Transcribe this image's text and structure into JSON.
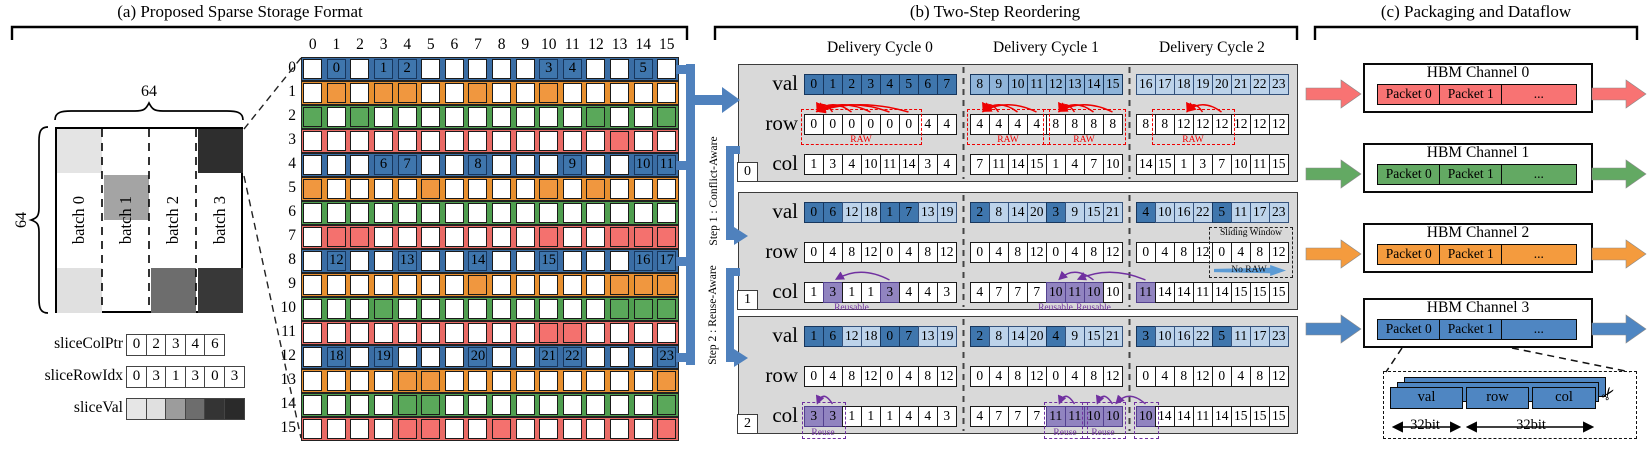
{
  "titles": {
    "a": "(a) Proposed Sparse Storage Format",
    "b": "(b) Two-Step Reordering",
    "c": "(c) Packaging and Dataflow"
  },
  "batch": {
    "dim_top": "64",
    "dim_left": "64",
    "labels": [
      "batch 0",
      "batch 1",
      "batch 2",
      "batch 3"
    ],
    "blocks": [
      {
        "col": 0,
        "quarter": 0,
        "color": "#e4e4e4"
      },
      {
        "col": 0,
        "quarter": 3,
        "color": "#e0e0e0"
      },
      {
        "col": 1,
        "quarter": 1,
        "color": "#a4a4a4"
      },
      {
        "col": 2,
        "quarter": 3,
        "color": "#6d6d6d"
      },
      {
        "col": 3,
        "quarter": 0,
        "color": "#2e2e2e"
      },
      {
        "col": 3,
        "quarter": 3,
        "color": "#383838"
      }
    ]
  },
  "side_arrays": [
    {
      "label": "sliceColPtr",
      "values": [
        "0",
        "2",
        "3",
        "4",
        "6"
      ]
    },
    {
      "label": "sliceRowIdx",
      "values": [
        "0",
        "3",
        "1",
        "3",
        "0",
        "3"
      ]
    },
    {
      "label": "sliceVal",
      "values": [
        "",
        "",
        "",
        "",
        "",
        ""
      ],
      "colors": [
        "#e6e6e6",
        "#e0e0e0",
        "#9c9c9c",
        "#6d6d6d",
        "#343434",
        "#2a2a2a"
      ]
    }
  ],
  "matrix": {
    "col_headers": [
      "0",
      "1",
      "2",
      "3",
      "4",
      "5",
      "6",
      "7",
      "8",
      "9",
      "10",
      "11",
      "12",
      "13",
      "14",
      "15"
    ],
    "row_headers": [
      "0",
      "1",
      "2",
      "3",
      "4",
      "5",
      "6",
      "7",
      "8",
      "9",
      "10",
      "11",
      "12",
      "13",
      "14",
      "15"
    ],
    "rows": [
      {
        "color": "blue",
        "numbered": {
          "1": "0",
          "3": "1",
          "4": "2",
          "10": "3",
          "11": "4",
          "14": "5"
        },
        "filled": []
      },
      {
        "color": "orange",
        "numbered": {},
        "filled": [
          1,
          3,
          4,
          7,
          10
        ]
      },
      {
        "color": "green",
        "numbered": {},
        "filled": [
          0,
          2,
          12,
          15
        ]
      },
      {
        "color": "red",
        "numbered": {},
        "filled": [
          13
        ]
      },
      {
        "color": "blue",
        "numbered": {
          "3": "6",
          "4": "7",
          "7": "8",
          "11": "9",
          "14": "10",
          "15": "11"
        },
        "filled": []
      },
      {
        "color": "orange",
        "numbered": {},
        "filled": [
          0,
          5,
          10,
          12
        ]
      },
      {
        "color": "green",
        "numbered": {},
        "filled": []
      },
      {
        "color": "red",
        "numbered": {},
        "filled": [
          1,
          2,
          10,
          13,
          14,
          15
        ]
      },
      {
        "color": "blue",
        "numbered": {
          "1": "12",
          "4": "13",
          "7": "14",
          "10": "15",
          "14": "16",
          "15": "17"
        },
        "filled": []
      },
      {
        "color": "orange",
        "numbered": {},
        "filled": [
          7,
          13,
          14,
          15
        ]
      },
      {
        "color": "green",
        "numbered": {},
        "filled": [
          3,
          13,
          14,
          15
        ]
      },
      {
        "color": "red",
        "numbered": {},
        "filled": [
          10,
          11
        ]
      },
      {
        "color": "blue",
        "numbered": {
          "1": "18",
          "3": "19",
          "7": "20",
          "10": "21",
          "11": "22",
          "15": "23"
        },
        "filled": []
      },
      {
        "color": "orange",
        "numbered": {},
        "filled": [
          4,
          5,
          15
        ]
      },
      {
        "color": "green",
        "numbered": {},
        "filled": [
          4,
          5,
          15
        ]
      },
      {
        "color": "red",
        "numbered": {},
        "filled": [
          4,
          5,
          8,
          15
        ]
      }
    ]
  },
  "reorder": {
    "cycle_headers": [
      "Delivery Cycle 0",
      "Delivery Cycle 1",
      "Delivery Cycle 2"
    ],
    "row_labels": [
      "val",
      "row",
      "col"
    ],
    "step1": "Step 1 : Conflict-Aware",
    "step2": "Step 2 : Reuse-Aware",
    "raw_label": "RAW",
    "sliding_label": "Sliding Window",
    "noraw_label": "No RAW",
    "blocks": [
      {
        "id": "0",
        "cycles": [
          {
            "val": [
              "0",
              "1",
              "2",
              "3",
              "4",
              "5",
              "6",
              "7"
            ],
            "shade": "dddddddd",
            "row": [
              "0",
              "0",
              "0",
              "0",
              "0",
              "0",
              "4",
              "4"
            ],
            "col": [
              "1",
              "3",
              "4",
              "10",
              "11",
              "14",
              "3",
              "4"
            ],
            "raw_boxes": [
              {
                "s": 0,
                "n": 6
              }
            ],
            "raw_arcs": [
              [
                1,
                0
              ],
              [
                2,
                0
              ],
              [
                3,
                0
              ],
              [
                4,
                0
              ],
              [
                5,
                0
              ]
            ]
          },
          {
            "val": [
              "8",
              "9",
              "10",
              "11",
              "12",
              "13",
              "14",
              "15"
            ],
            "shade": "mmmmmmmm",
            "row": [
              "4",
              "4",
              "4",
              "4",
              "8",
              "8",
              "8",
              "8"
            ],
            "col": [
              "7",
              "11",
              "14",
              "15",
              "1",
              "4",
              "7",
              "10"
            ],
            "raw_boxes": [
              {
                "s": 0,
                "n": 4
              },
              {
                "s": 4,
                "n": 4
              }
            ],
            "raw_arcs": [
              [
                1,
                0
              ],
              [
                2,
                0
              ],
              [
                3,
                0
              ],
              [
                5,
                4
              ],
              [
                6,
                4
              ],
              [
                7,
                4
              ]
            ]
          },
          {
            "val": [
              "16",
              "17",
              "18",
              "19",
              "20",
              "21",
              "22",
              "23"
            ],
            "shade": "llllllll",
            "row": [
              "8",
              "8",
              "12",
              "12",
              "12",
              "12",
              "12",
              "12"
            ],
            "col": [
              "14",
              "15",
              "1",
              "3",
              "7",
              "10",
              "11",
              "15"
            ],
            "raw_boxes": [
              {
                "s": 1,
                "n": 4
              }
            ],
            "raw_arcs": [
              [
                3,
                2
              ],
              [
                4,
                2
              ]
            ]
          }
        ]
      },
      {
        "id": "1",
        "cycles": [
          {
            "val": [
              "0",
              "6",
              "12",
              "18",
              "1",
              "7",
              "13",
              "19"
            ],
            "shade": "ddllddll",
            "row": [
              "0",
              "4",
              "8",
              "12",
              "0",
              "4",
              "8",
              "12"
            ],
            "col": [
              "1",
              "3",
              "1",
              "1",
              "3",
              "4",
              "4",
              "3"
            ],
            "purple": [
              1,
              4
            ],
            "labels": [
              {
                "c": 2.5,
                "text": "Reusable"
              }
            ],
            "arcs": [
              [
                0,
                4,
                0,
                1
              ]
            ]
          },
          {
            "val": [
              "2",
              "8",
              "14",
              "20",
              "3",
              "9",
              "15",
              "21"
            ],
            "shade": "dllldlll",
            "row": [
              "0",
              "4",
              "8",
              "12",
              "0",
              "4",
              "8",
              "12"
            ],
            "col": [
              "4",
              "7",
              "7",
              "7",
              "10",
              "11",
              "10",
              "10"
            ],
            "purple": [
              4,
              5,
              6
            ],
            "labels": [
              {
                "c": 4.5,
                "text": "Reusable"
              },
              {
                "c": 6.5,
                "text": "Reusable"
              }
            ],
            "arcs": [
              [
                1,
                6,
                1,
                4
              ],
              [
                2,
                0,
                1,
                5
              ]
            ]
          },
          {
            "val": [
              "4",
              "10",
              "16",
              "22",
              "5",
              "11",
              "17",
              "23"
            ],
            "shade": "dllldlll",
            "row": [
              "0",
              "4",
              "8",
              "12",
              "0",
              "4",
              "8",
              "12"
            ],
            "col": [
              "11",
              "14",
              "14",
              "11",
              "14",
              "15",
              "15",
              "15"
            ],
            "purple": [
              0
            ],
            "sliding": {
              "s": 4,
              "n": 4
            }
          }
        ]
      },
      {
        "id": "2",
        "cycles": [
          {
            "val": [
              "1",
              "6",
              "12",
              "18",
              "0",
              "7",
              "13",
              "19"
            ],
            "shade": "ddllddll",
            "row": [
              "0",
              "4",
              "8",
              "12",
              "0",
              "4",
              "8",
              "12"
            ],
            "col": [
              "3",
              "3",
              "1",
              "1",
              "1",
              "4",
              "4",
              "3"
            ],
            "purple": [
              0,
              1
            ],
            "boxes": [
              {
                "s": 0,
                "n": 2,
                "label": "Reuse"
              }
            ],
            "arcs": [
              [
                0,
                1,
                0,
                0
              ]
            ]
          },
          {
            "val": [
              "2",
              "8",
              "14",
              "20",
              "4",
              "9",
              "15",
              "21"
            ],
            "shade": "dllldlll",
            "row": [
              "0",
              "4",
              "8",
              "12",
              "0",
              "4",
              "8",
              "12"
            ],
            "col": [
              "4",
              "7",
              "7",
              "7",
              "11",
              "11",
              "10",
              "10"
            ],
            "purple": [
              4,
              5,
              6,
              7
            ],
            "boxes": [
              {
                "s": 4,
                "n": 2,
                "label": "Reuse"
              },
              {
                "s": 6,
                "n": 2,
                "label": "Reuse"
              }
            ],
            "arcs": [
              [
                1,
                5,
                1,
                4
              ],
              [
                1,
                7,
                1,
                6
              ],
              [
                2,
                0,
                1,
                7
              ]
            ]
          },
          {
            "val": [
              "3",
              "10",
              "16",
              "22",
              "5",
              "11",
              "17",
              "23"
            ],
            "shade": "dllldlll",
            "row": [
              "0",
              "4",
              "8",
              "12",
              "0",
              "4",
              "8",
              "12"
            ],
            "col": [
              "10",
              "14",
              "14",
              "11",
              "14",
              "15",
              "15",
              "15"
            ],
            "purple": [
              0
            ],
            "boxes": [
              {
                "s": 0,
                "n": 1,
                "label": ""
              }
            ]
          }
        ]
      }
    ]
  },
  "hbm": {
    "channels": [
      {
        "title": "HBM Channel 0",
        "color": "#f87373",
        "packets": [
          "Packet 0",
          "Packet 1",
          "..."
        ]
      },
      {
        "title": "HBM Channel 1",
        "color": "#63a963",
        "packets": [
          "Packet 0",
          "Packet 1",
          "..."
        ]
      },
      {
        "title": "HBM Channel 2",
        "color": "#f49b3e",
        "packets": [
          "Packet 0",
          "Packet 1",
          "..."
        ]
      },
      {
        "title": "HBM Channel 3",
        "color": "#4f86c2",
        "packets": [
          "Packet 0",
          "Packet 1",
          "..."
        ]
      }
    ],
    "packet_detail": {
      "segments": [
        "val",
        "row",
        "col"
      ],
      "bit_labels": [
        "32bit",
        "32bit"
      ]
    }
  },
  "colors": {
    "band": {
      "blue": "#3a6da4",
      "orange": "#e78f2e",
      "green": "#4f9e4f",
      "red": "#e96a65"
    },
    "fill": {
      "blue": "#3f76ad",
      "orange": "#f0973f",
      "green": "#5aa85a",
      "red": "#f4716e"
    },
    "val_dark": "#3f76ad",
    "val_mid": "#8fb4d9",
    "val_light": "#bdd3ea",
    "purple_cell": "#9184c0",
    "purple_line": "#7030a0",
    "raw_red": "#ee0000",
    "block_bg": "#d9d9d9",
    "connector_blue": "#4f81bd"
  }
}
